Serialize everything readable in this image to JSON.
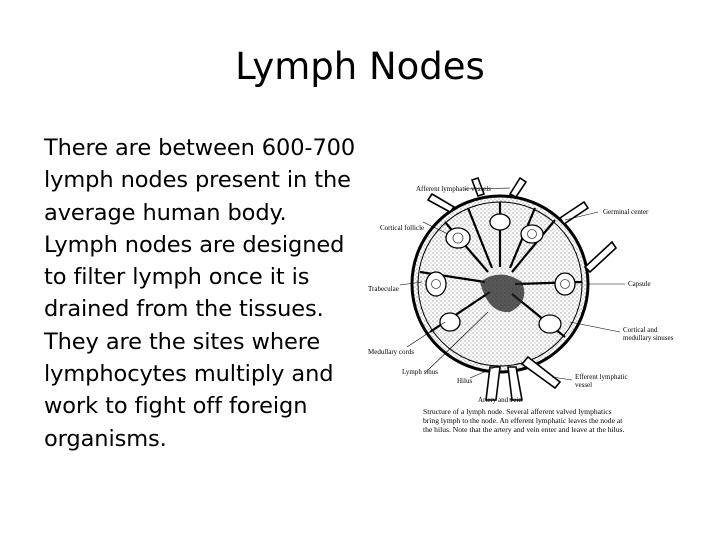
{
  "slide": {
    "title": "Lymph Nodes",
    "body": "There are between 600-700 lymph nodes present in the average human body. Lymph nodes are designed to filter lymph once it is drained from the tissues. They are the sites where lymphocytes multiply and work to fight off foreign organisms."
  },
  "figure": {
    "labels": {
      "afferent": "Afferent lymphatic vessels",
      "germinal": "Germinal center",
      "cortical_follicle": "Cortical follicle",
      "trabeculae": "Trabeculae",
      "capsule": "Capsule",
      "cortical_sinuses_1": "Cortical and",
      "cortical_sinuses_2": "medullary sinuses",
      "medullary_cords": "Medullary cords",
      "lymph_sinus": "Lymph sinus",
      "hilus": "Hilus",
      "efferent_1": "Efferent lymphatic",
      "efferent_2": "vessel",
      "artery_vein": "Artery and vein"
    },
    "caption": "Structure of a lymph node. Several afferent valved lymphatics bring lymph to the node. An efferent lymphatic leaves the node at the hilus. Note that the artery and vein enter and leave at the hilus."
  }
}
